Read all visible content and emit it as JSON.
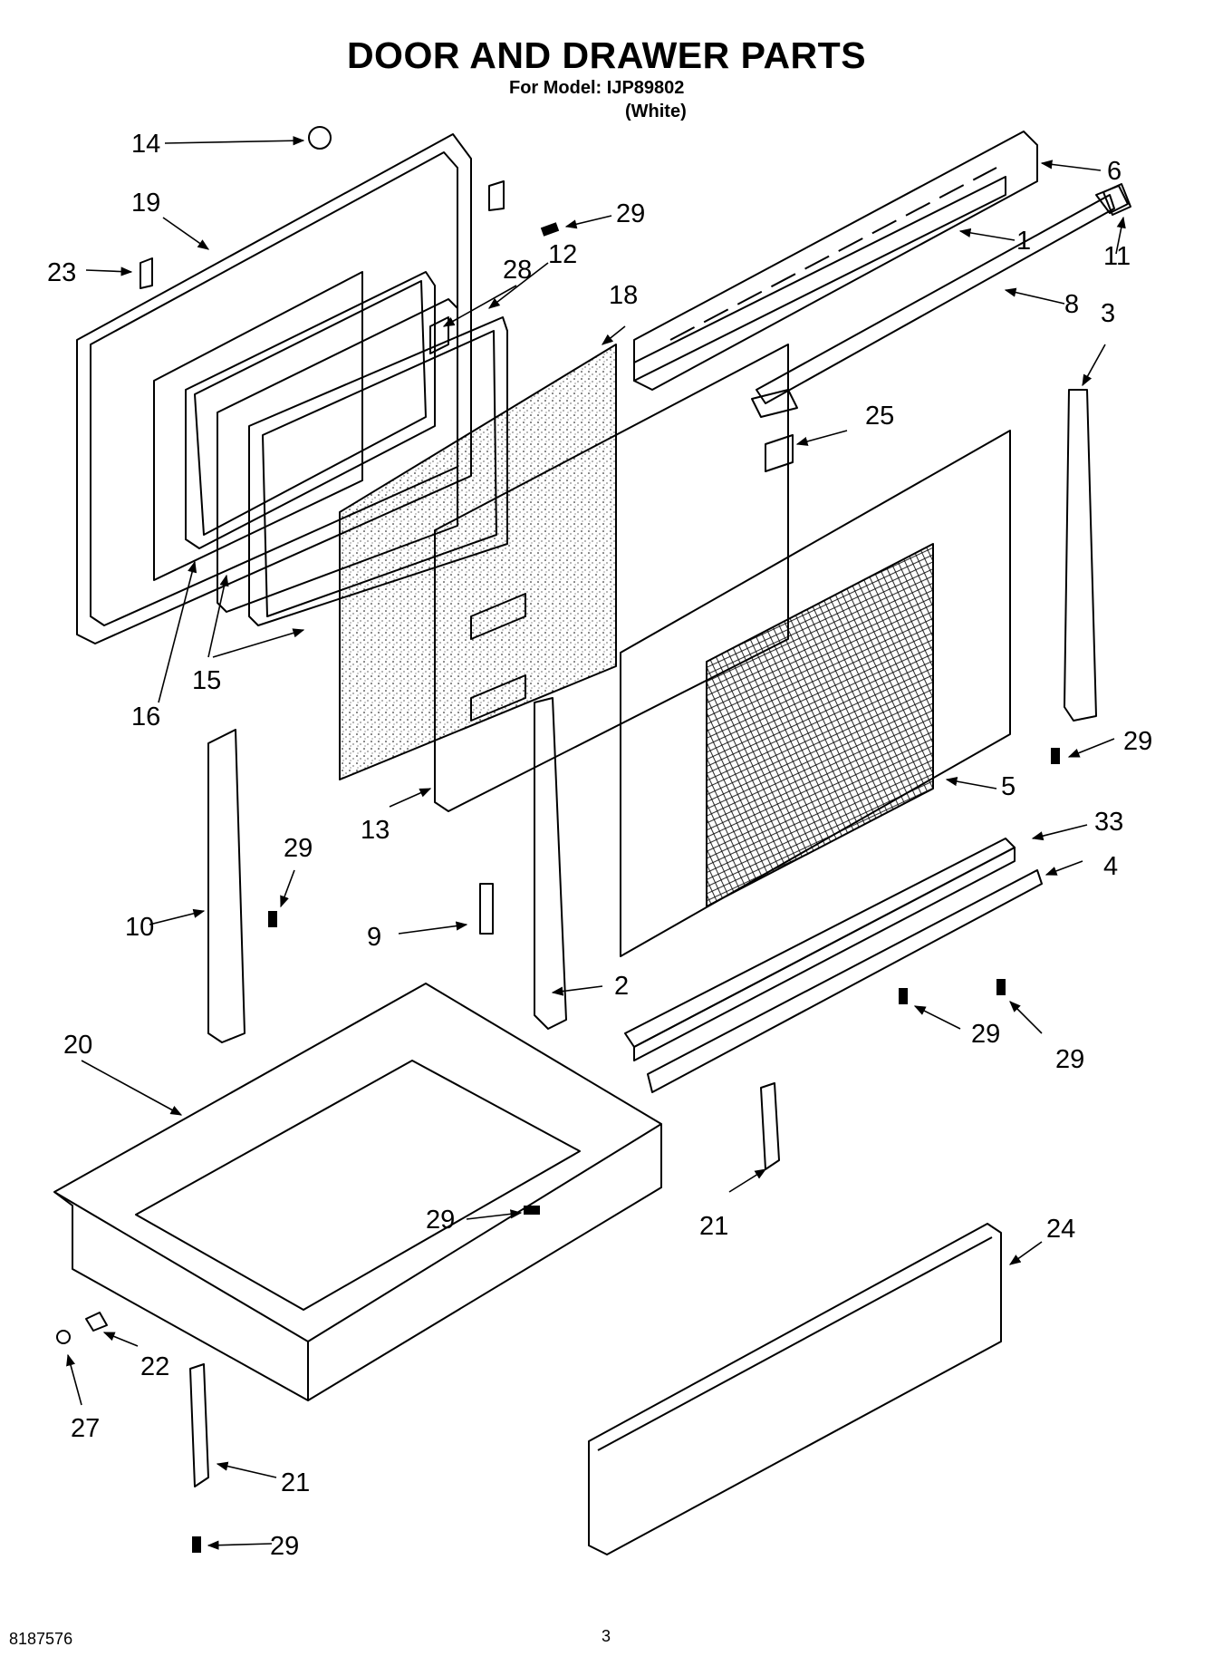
{
  "title": "DOOR AND DRAWER PARTS",
  "model_line": "For Model: IJP89802",
  "color_line": "(White)",
  "doc_number": "8187576",
  "page_number": "3",
  "callouts": [
    "14",
    "19",
    "23",
    "29",
    "28",
    "12",
    "18",
    "6",
    "1",
    "11",
    "8",
    "3",
    "25",
    "16",
    "15",
    "13",
    "5",
    "29",
    "33",
    "4",
    "10",
    "29",
    "9",
    "2",
    "20",
    "29",
    "29",
    "21",
    "29",
    "24",
    "22",
    "27",
    "21",
    "29"
  ]
}
